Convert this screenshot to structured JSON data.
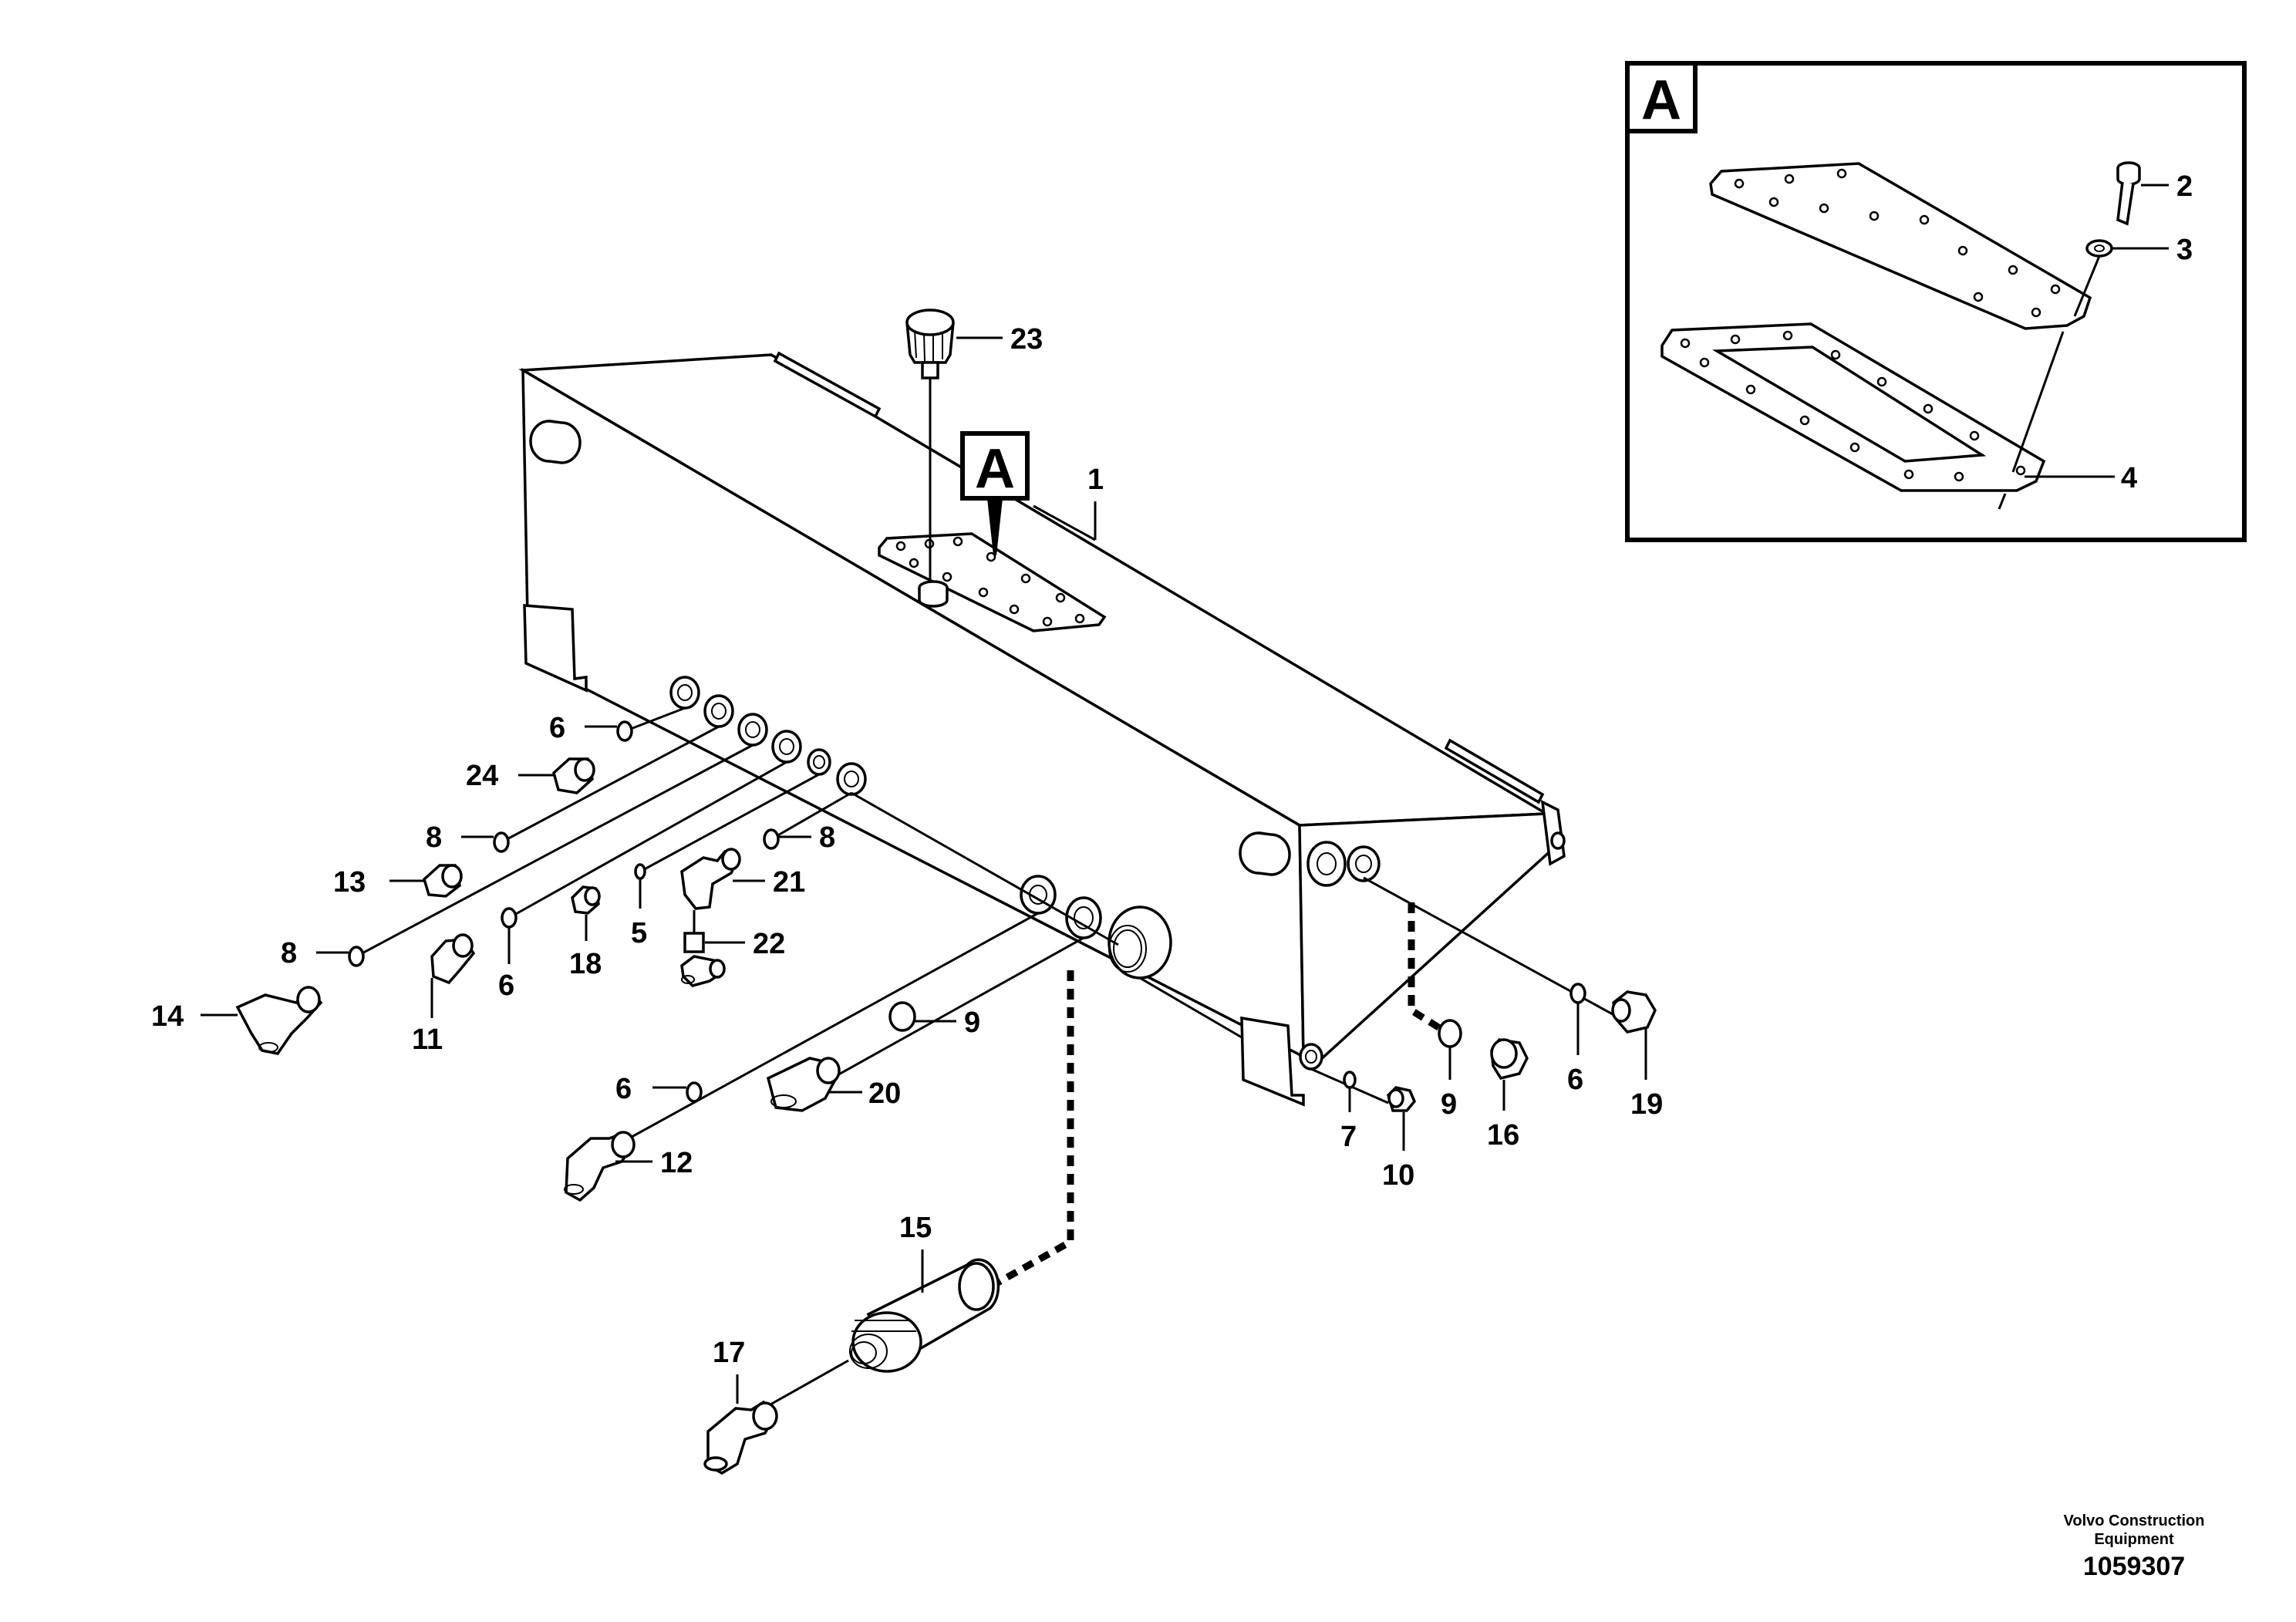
{
  "detail_label": "A",
  "main_callout_label": "A",
  "part_labels": {
    "p1": "1",
    "p2": "2",
    "p3": "3",
    "p4": "4",
    "p5": "5",
    "p6a": "6",
    "p6b": "6",
    "p6c": "6",
    "p6d": "6",
    "p7": "7",
    "p8a": "8",
    "p8b": "8",
    "p8c": "8",
    "p9a": "9",
    "p9b": "9",
    "p10": "10",
    "p11": "11",
    "p12": "12",
    "p13": "13",
    "p14": "14",
    "p15": "15",
    "p16": "16",
    "p17": "17",
    "p18": "18",
    "p19": "19",
    "p20": "20",
    "p21": "21",
    "p22": "22",
    "p23": "23",
    "p24": "24"
  },
  "footer": {
    "company_line1": "Volvo Construction",
    "company_line2": "Equipment",
    "drawing_number": "1059307"
  }
}
